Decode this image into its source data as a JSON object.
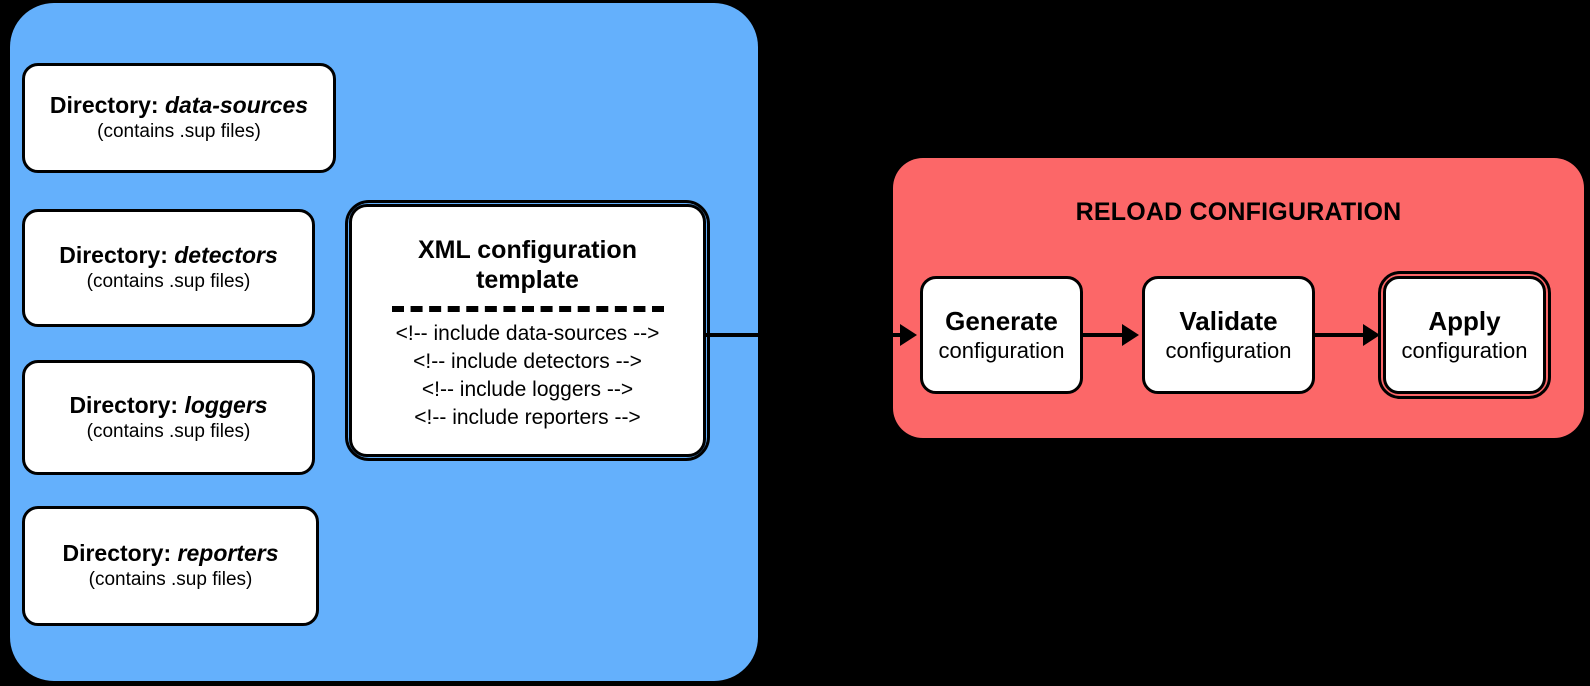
{
  "colors": {
    "background": "#000000",
    "sources_panel": "#64B0FC",
    "reload_panel": "#FC6768",
    "node_fill": "#FFFFFF",
    "stroke": "#000000"
  },
  "sources_panel": {
    "directories": [
      {
        "label": "Directory:",
        "name": "data-sources",
        "subtitle": "(contains .sup files)"
      },
      {
        "label": "Directory:",
        "name": "detectors",
        "subtitle": "(contains .sup files)"
      },
      {
        "label": "Directory:",
        "name": "loggers",
        "subtitle": "(contains .sup files)"
      },
      {
        "label": "Directory:",
        "name": "reporters",
        "subtitle": "(contains .sup files)"
      }
    ],
    "template_card": {
      "title_line_1": "XML configuration",
      "title_line_2": "template",
      "divider": "-------------------------",
      "lines": [
        "<!-- include data-sources -->",
        "<!-- include detectors -->",
        "<!-- include loggers -->",
        "<!-- include reporters -->"
      ]
    }
  },
  "reload_panel": {
    "title": "RELOAD CONFIGURATION",
    "steps": [
      {
        "action": "Generate",
        "object": "configuration"
      },
      {
        "action": "Validate",
        "object": "configuration"
      },
      {
        "action": "Apply",
        "object": "configuration"
      }
    ]
  }
}
